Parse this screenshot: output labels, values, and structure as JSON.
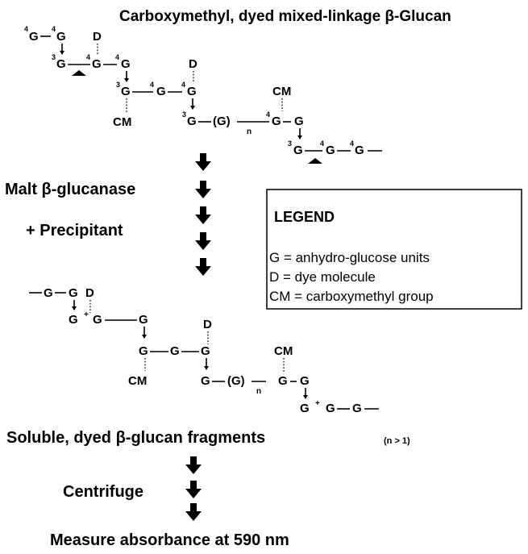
{
  "title": "Carboxymethyl, dyed mixed-linkage β-Glucan",
  "symbols": {
    "glucose": "G",
    "dye": "D",
    "carboxymethyl": "CM",
    "repeat": "(G)",
    "repeat_sub": "n",
    "link3": "3",
    "link4": "4",
    "cut": "+"
  },
  "steps": {
    "enzyme": "Malt β-glucanase",
    "precipitant": "+ Precipitant",
    "fragments": "Soluble, dyed β-glucan fragments",
    "n_note": "(n > 1)",
    "centrifuge": "Centrifuge",
    "measure": "Measure absorbance at 590 nm"
  },
  "legend": {
    "title": "LEGEND",
    "items": [
      "G = anhydro-glucose units",
      "D = dye molecule",
      "CM = carboxymethyl group"
    ]
  }
}
